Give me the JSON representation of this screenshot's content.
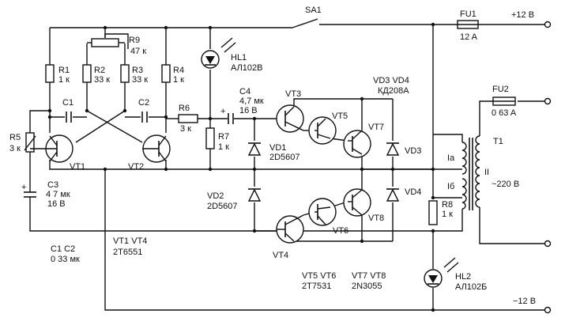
{
  "labels": {
    "sa1": "SA1",
    "fu1": "FU1",
    "fu1_rating": "12 A",
    "plus12": "+12 В",
    "r9": "R9",
    "r9_value": "47 к",
    "hl1": "HL1",
    "hl1_type": "АЛ102В",
    "r1": "R1",
    "r1_value": "1 к",
    "r2": "R2",
    "r2_value": "33 к",
    "r3": "R3",
    "r3_value": "33 к",
    "r4": "R4",
    "r4_value": "1 к",
    "c1": "C1",
    "c2": "C2",
    "r6": "R6",
    "r6_value": "3 к",
    "plus": "+",
    "c4": "C4",
    "c4_value": "4,7 мк",
    "c4_voltage": "16 В",
    "vt3": "VT3",
    "vt5": "VT5",
    "vt7": "VT7",
    "vd34": "VD3  VD4",
    "vd34_type": "КД208А",
    "fu2": "FU2",
    "fu2_rating": "0 63 A",
    "t1": "T1",
    "r5": "R5",
    "r5_value": "3 к",
    "vt1": "VT1",
    "vt2": "VT2",
    "r7": "R7",
    "r7_value": "1 к",
    "vd1": "VD1",
    "vd1_type": "2D5607",
    "vd3": "VD3",
    "winding_ia": "Iа",
    "winding_ii": "II",
    "winding_ib": "Iб",
    "mains": "~220 В",
    "c3plus": "+",
    "c3": "C3",
    "c3_value": "4 7 мк",
    "c3_voltage": "16 В",
    "vd2": "VD2",
    "vd2_type": "2D5607",
    "vd4": "VD4",
    "r8": "R8",
    "r8_value": "1 к",
    "vt6": "VT6",
    "vt8": "VT8",
    "vt4": "VT4",
    "c1c2": "C1  C2",
    "c1c2_value": "0 33 мк",
    "vt1vt4": "VT1   VT4",
    "vt1vt4_type": "2T6551",
    "vt56": "VT5  VT6",
    "vt56_type": "2T7531",
    "vt78": "VT7  VT8",
    "vt78_type": "2N3055",
    "hl2": "HL2",
    "hl2_type": "АЛ102Б",
    "minus12": "−12 В"
  }
}
